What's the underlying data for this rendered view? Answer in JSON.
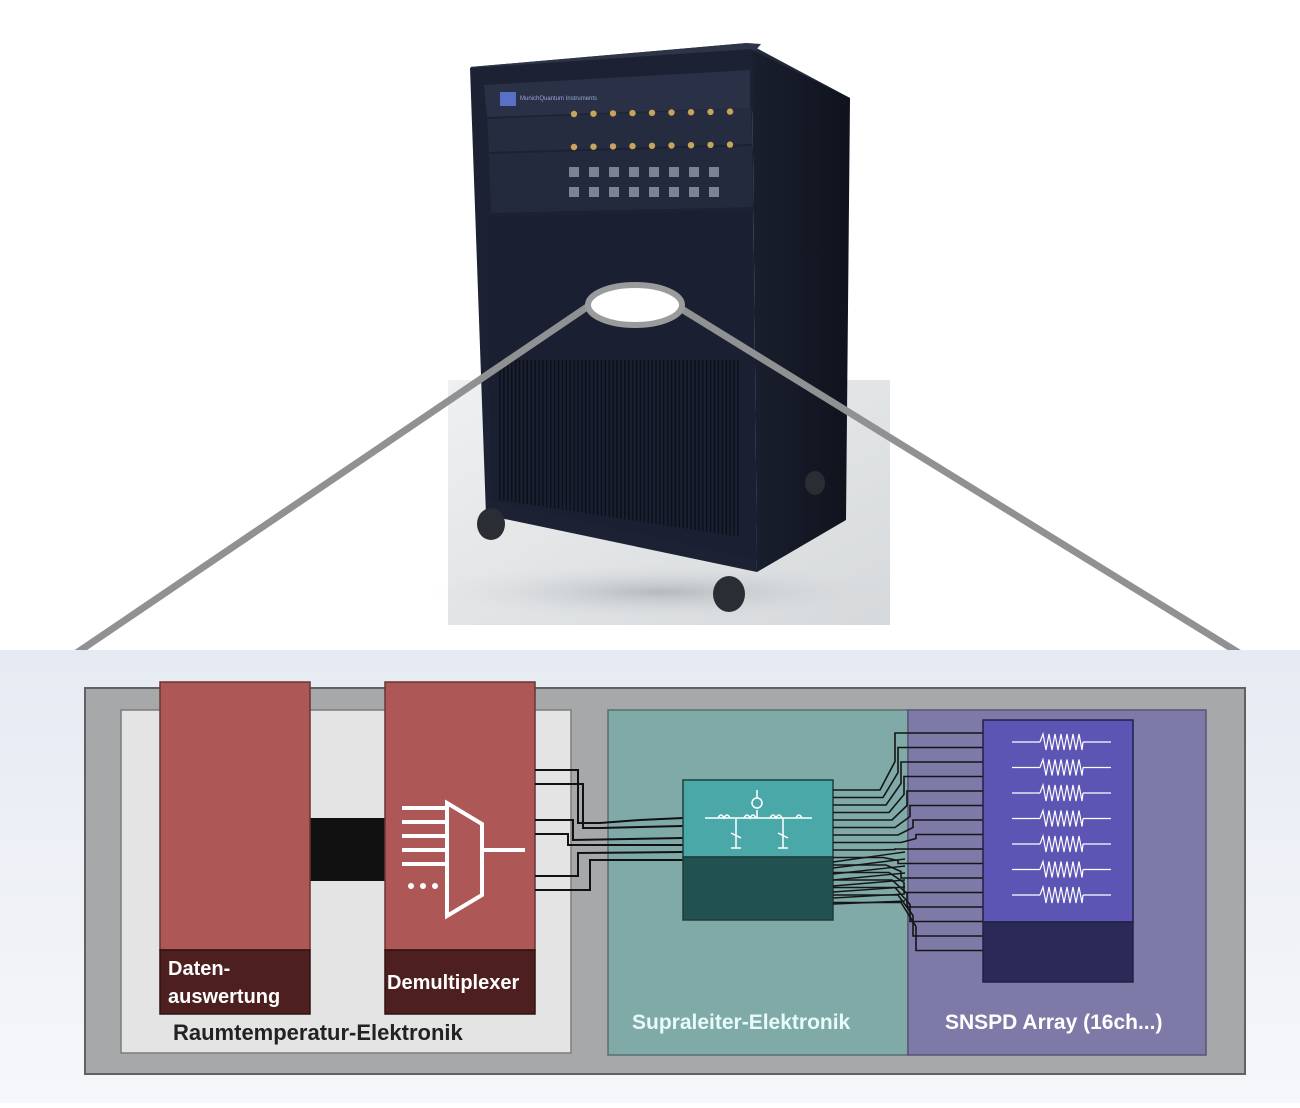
{
  "hardware": {
    "brand_logo_text": "MunichQuantum Instruments"
  },
  "diagram": {
    "blocks": {
      "data_eval": {
        "label_line1": "Daten-",
        "label_line2": "auswertung"
      },
      "demux": {
        "label": "Demultiplexer"
      }
    },
    "regions": {
      "room_temp": {
        "label": "Raumtemperatur-Elektronik"
      },
      "superconducting": {
        "label": "Supraleiter-Elektronik"
      },
      "snspd": {
        "label": "SNSPD Array (16ch...)"
      }
    },
    "colors": {
      "outer_box": "#a6a8a9",
      "room_temp_bg": "#e4e4e4",
      "red_block": "#ad5757",
      "red_block_dark": "#4d1f1f",
      "teal_region": "#7faaa8",
      "teal_chip": "#4aa9a8",
      "teal_chip_dark": "#215251",
      "purple_region": "#7d7aa8",
      "snspd_chip": "#5d55b4",
      "snspd_chip_dark": "#2b2a57",
      "rack": "#1b2131"
    }
  }
}
